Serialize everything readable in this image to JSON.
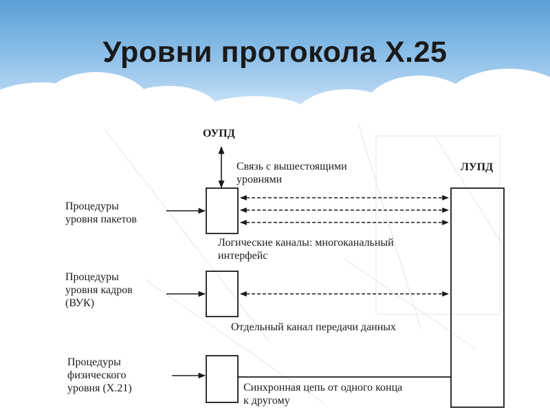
{
  "slide": {
    "title": "Уровни протокола X.25"
  },
  "diagram": {
    "oupd_label": "ОУПД",
    "lupd_label": "ЛУПД",
    "link_higher": [
      "Связь с вышестоящими",
      "уровнями"
    ],
    "packet_level": [
      "Процедуры",
      "уровня пакетов"
    ],
    "logical_channels": [
      "Логические каналы: многоканальный",
      "интерфейс"
    ],
    "frame_level": [
      "Процедуры",
      "уровня кадров",
      "(ВУК)"
    ],
    "separate_channel": "Отдельный канал передачи данных",
    "physical_level": [
      "Процедуры",
      "физического",
      "уровня (X.21)"
    ],
    "sync_circuit": [
      "Синхронная цепь от одного конца",
      "к другому"
    ]
  }
}
